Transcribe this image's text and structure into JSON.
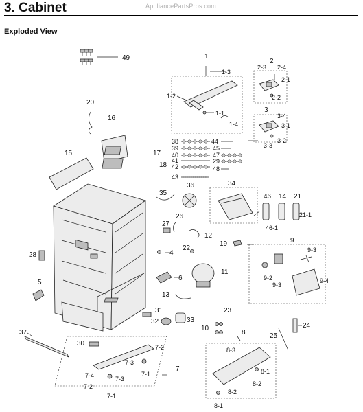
{
  "header": {
    "title": "3.  Cabinet",
    "watermark": "AppliancePartsPros.com"
  },
  "subtitle": "Exploded View",
  "callouts": {
    "c1": "1",
    "c1_3": "1-3",
    "c1_2": "1-2",
    "c1_1": "1-1",
    "c1_4": "1-4",
    "c2": "2",
    "c2_3": "2-3",
    "c2_4": "2-4",
    "c2_1": "2-1",
    "c2_2": "2-2",
    "c3": "3",
    "c3_4": "3-4",
    "c3_1": "3-1",
    "c3_2": "3-2",
    "c3_3": "3-3",
    "c4": "4",
    "c5": "5",
    "c6": "6",
    "c7": "7",
    "c7_1a": "7-1",
    "c7_1b": "7-1",
    "c7_2a": "7-2",
    "c7_2b": "7-2",
    "c7_3a": "7-3",
    "c7_3b": "7-3",
    "c7_4": "7-4",
    "c8": "8",
    "c8_1a": "8-1",
    "c8_1b": "8-1",
    "c8_2a": "8-2",
    "c8_2b": "8-2",
    "c8_3": "8-3",
    "c9": "9",
    "c9_3a": "9-3",
    "c9_3b": "9-3",
    "c9_4": "9-4",
    "c9_2": "9-2",
    "c10": "10",
    "c11": "11",
    "c12": "12",
    "c13": "13",
    "c14": "14",
    "c15": "15",
    "c16": "16",
    "c17": "17",
    "c18": "18",
    "c19": "19",
    "c20": "20",
    "c21": "21",
    "c21_1": "21-1",
    "c22": "22",
    "c23": "23",
    "c24": "24",
    "c25": "25",
    "c26": "26",
    "c27": "27",
    "c28": "28",
    "c29": "29",
    "c30": "30",
    "c31": "31",
    "c32": "32",
    "c33": "33",
    "c34": "34",
    "c35": "35",
    "c36": "36",
    "c37": "37",
    "c38": "38",
    "c39": "39",
    "c40": "40",
    "c41": "41",
    "c42": "42",
    "c43": "43",
    "c44": "44",
    "c45": "45",
    "c46": "46",
    "c46_1": "46-1",
    "c47": "47",
    "c48": "48",
    "c49": "49"
  }
}
